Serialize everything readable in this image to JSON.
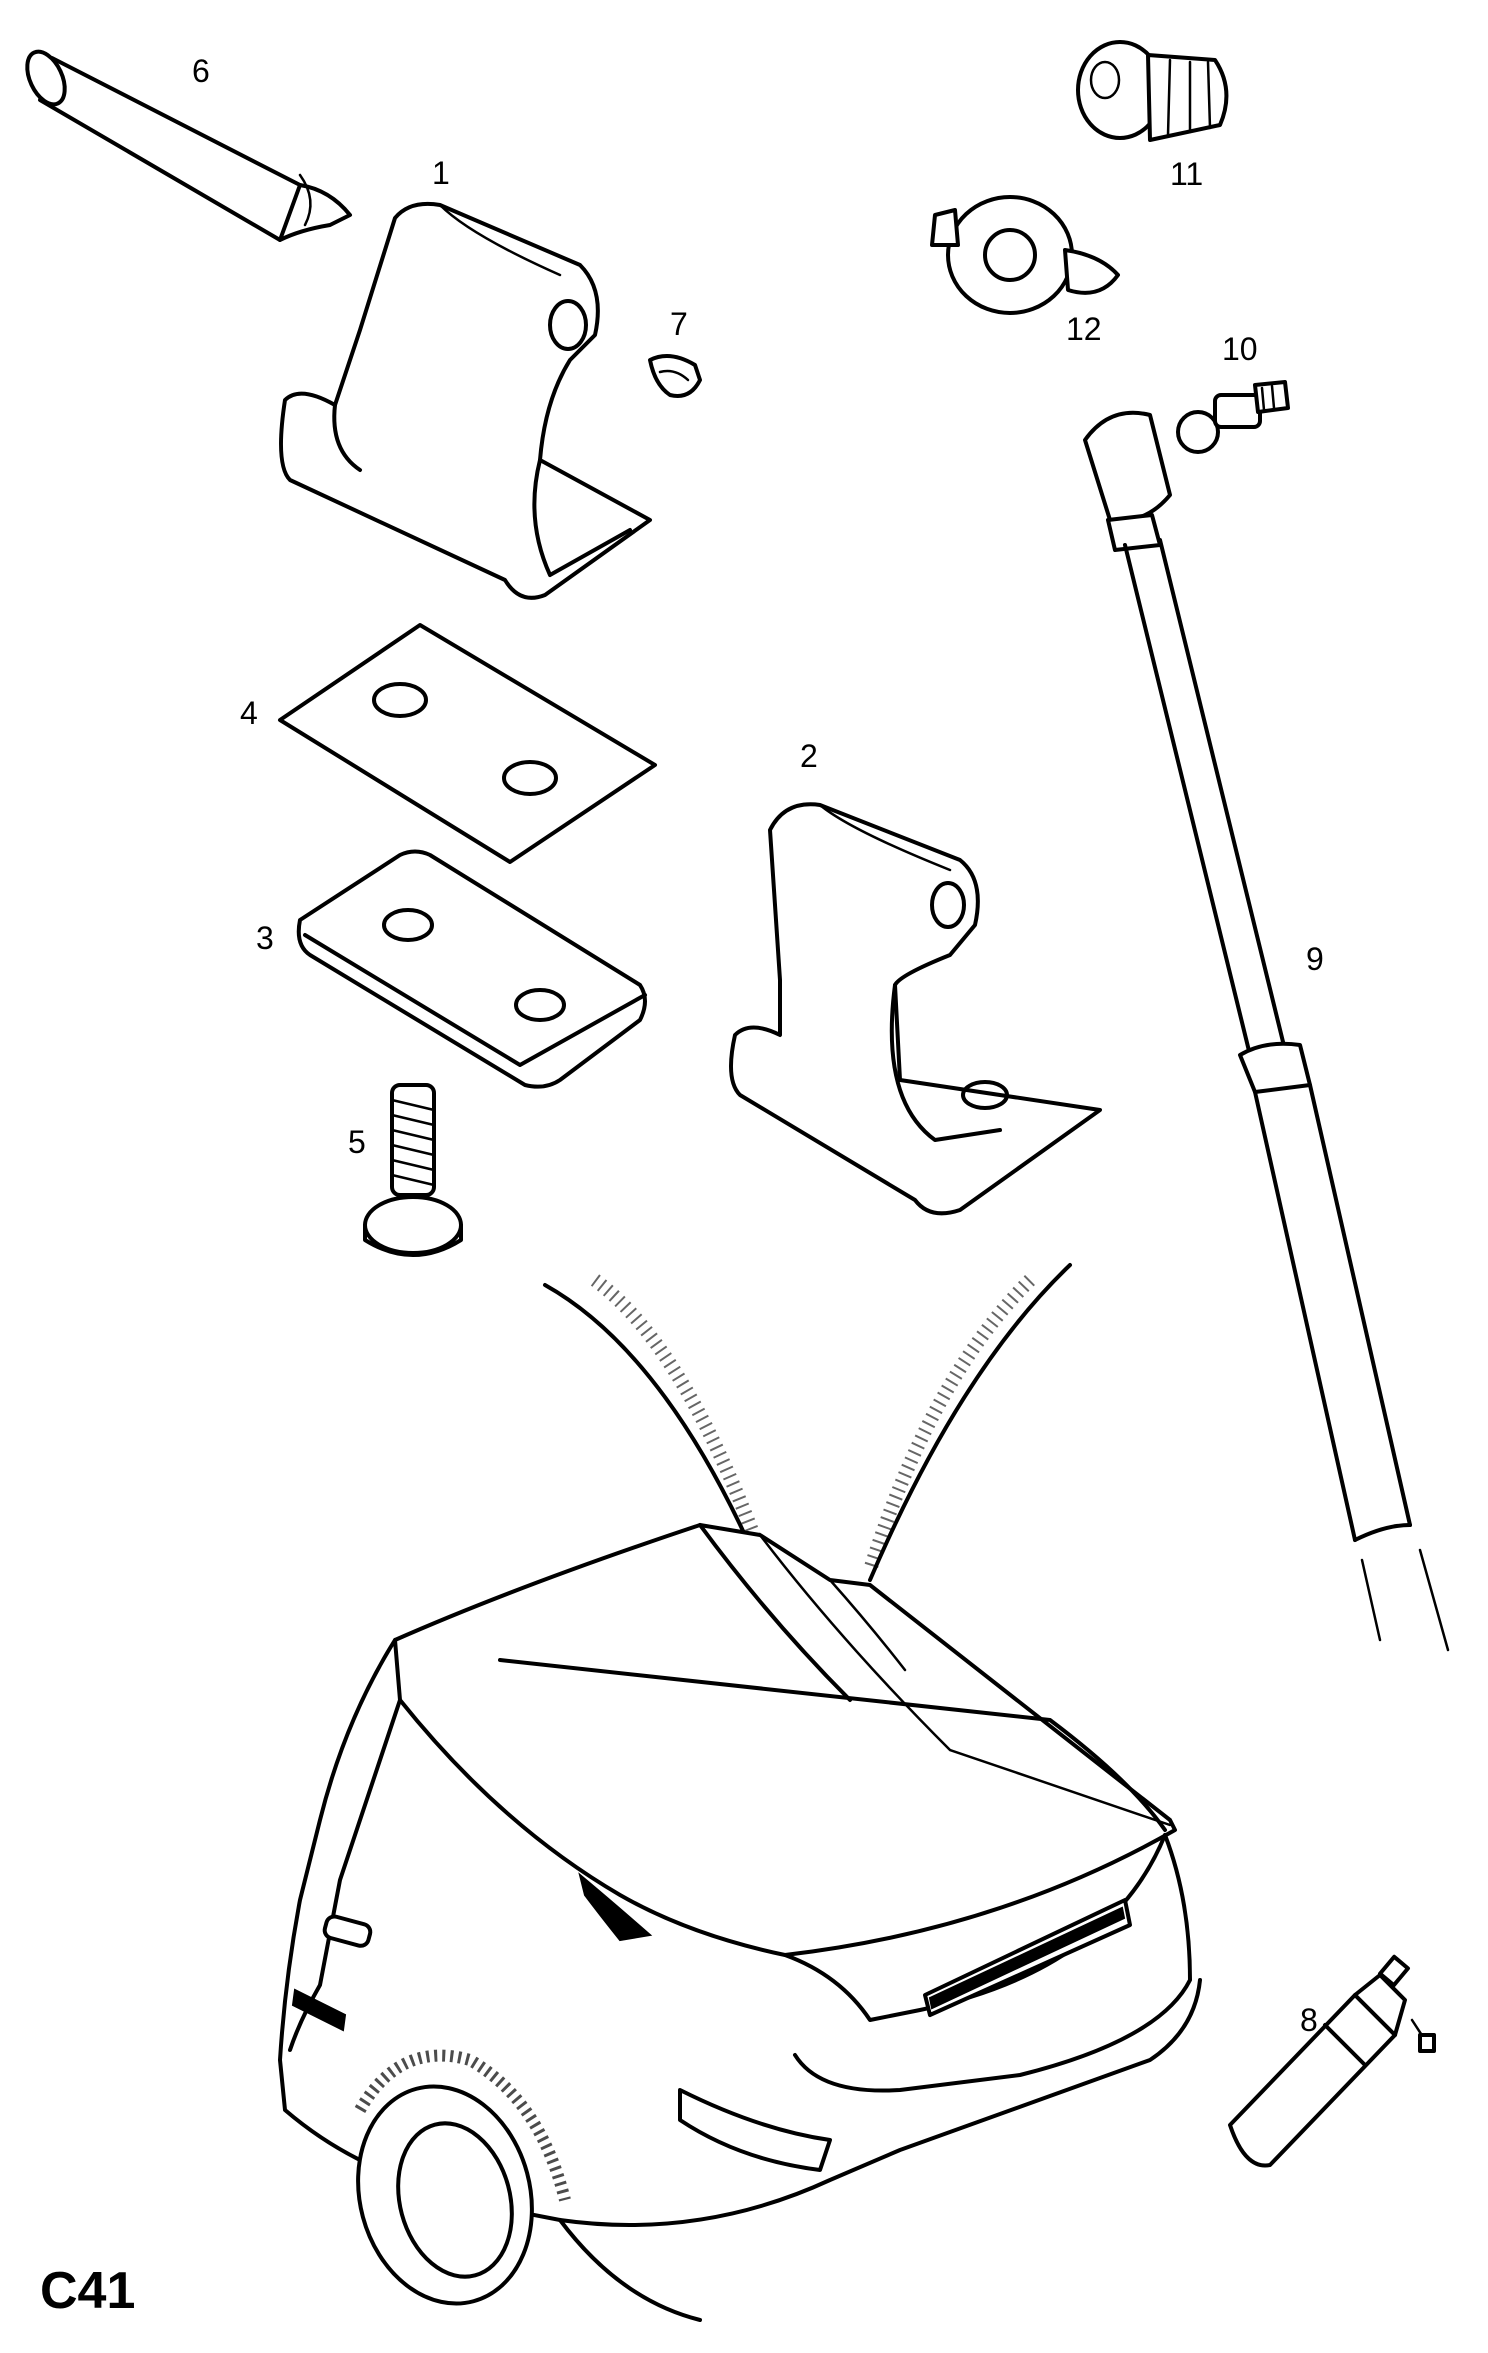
{
  "diagram": {
    "code": "C41",
    "callouts": {
      "p1": "1",
      "p2": "2",
      "p3": "3",
      "p4": "4",
      "p5": "5",
      "p6": "6",
      "p7": "7",
      "p8": "8",
      "p9": "9",
      "p10": "10",
      "p11": "11",
      "p12": "12"
    }
  }
}
